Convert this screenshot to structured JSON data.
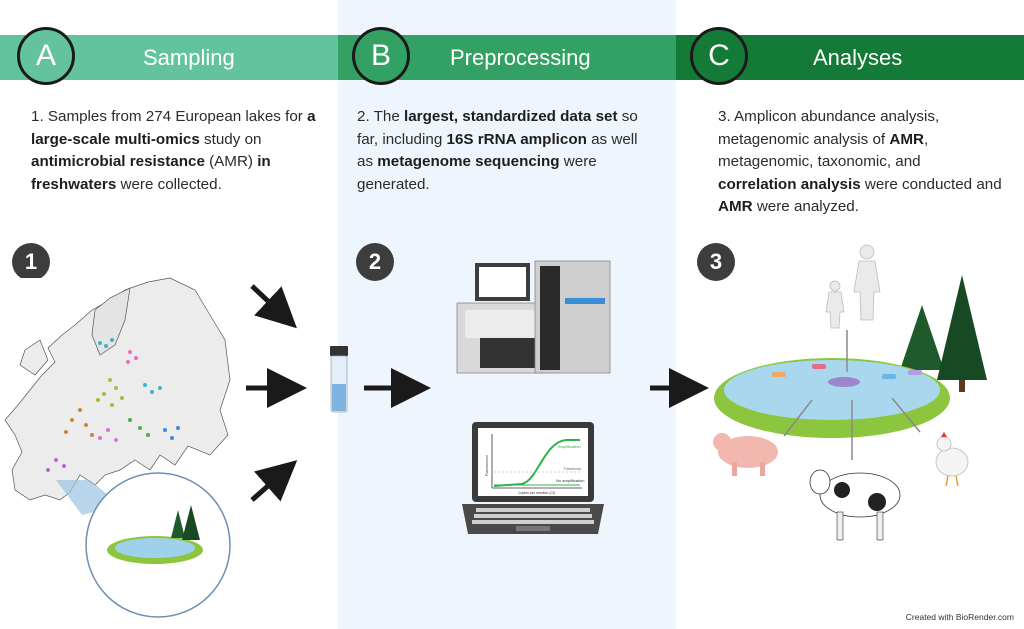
{
  "sections": [
    {
      "letter": "A",
      "title": "Sampling",
      "step": "1",
      "segments": [
        {
          "t": "1. Samples from 274 European lakes for ",
          "b": false
        },
        {
          "t": "a large-scale multi-omics",
          "b": true
        },
        {
          "t": " study on ",
          "b": false
        },
        {
          "t": "antimicrobial resistance",
          "b": true
        },
        {
          "t": " (AMR) ",
          "b": false
        },
        {
          "t": "in freshwaters",
          "b": true
        },
        {
          "t": " were collected.",
          "b": false
        }
      ]
    },
    {
      "letter": "B",
      "title": "Preprocessing",
      "step": "2",
      "segments": [
        {
          "t": "2. The ",
          "b": false
        },
        {
          "t": "largest, standardized data set",
          "b": true
        },
        {
          "t": " so far, including ",
          "b": false
        },
        {
          "t": "16S rRNA amplicon",
          "b": true
        },
        {
          "t": " as well as ",
          "b": false
        },
        {
          "t": "metagenome sequencing",
          "b": true
        },
        {
          "t": " were generated.",
          "b": false
        }
      ]
    },
    {
      "letter": "C",
      "title": "Analyses",
      "step": "3",
      "segments": [
        {
          "t": "3. Amplicon abundance analysis, metagenomic analysis of ",
          "b": false
        },
        {
          "t": "AMR",
          "b": true
        },
        {
          "t": ", metagenomic, taxonomic, and ",
          "b": false
        },
        {
          "t": "correlation analysis",
          "b": true
        },
        {
          "t": " were conducted and ",
          "b": false
        },
        {
          "t": "AMR",
          "b": true
        },
        {
          "t": " were analyzed.",
          "b": false
        }
      ]
    }
  ],
  "laptop_plot": {
    "amplification": "Amplification",
    "threshold": "Threshold",
    "no_amplification": "No amplification",
    "xlabel": "Copies per reaction (Ct)",
    "ylabel": "Fluorescence"
  },
  "footer": "Created with BioRender.com",
  "colors": {
    "band_a": "#63c39f",
    "band_b": "#33a164",
    "band_c": "#147a37",
    "middle_bg": "#eef5fd"
  }
}
